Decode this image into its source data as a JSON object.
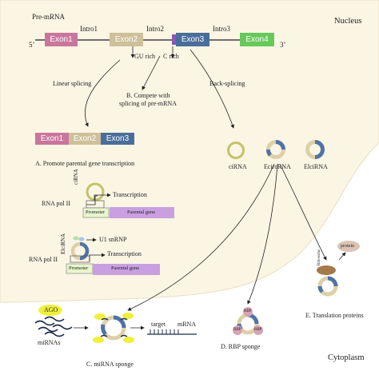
{
  "compartments": {
    "nucleus": "Nucleus",
    "cytoplasm": "Cytoplasm"
  },
  "pre_mrna": {
    "title": "Pre-mRNA",
    "end5": "5’",
    "end3": "3’",
    "exon1": "Exon1",
    "exon2": "Exon2",
    "exon3": "Exon3",
    "exon4": "Exon4",
    "intro1": "Intro1",
    "intro2": "Intro2",
    "intro3": "Intro3",
    "gu_rich": "GU rich",
    "c_rich": "C rich"
  },
  "paths": {
    "linear": "Linear splicing",
    "compete_1": "B. Compete with",
    "compete_2": "splicing of pre-mRNA",
    "back": "Back-splicing"
  },
  "linear_product": {
    "exon1": "Exon1",
    "exon2": "Exon2",
    "exon3": "Exon3"
  },
  "circ_types": {
    "cirna": "ciRNA",
    "ecircrna": "EcircRNA",
    "elcirna": "ElciRNA"
  },
  "function_a": {
    "title": "A. Promote parental gene transcription",
    "cirna": "ciRNA",
    "rna_pol": "RNA pol II",
    "transcription": "Transcription",
    "promoter": "Promoter",
    "parental_gene": "Parental gene"
  },
  "function_a2": {
    "elcirna": "ElciRNA",
    "u1": "U1 snRNP",
    "rna_pol": "RNA pol II",
    "transcription": "Transcription",
    "promoter": "Promoter",
    "parental_gene": "Parental gene"
  },
  "function_c": {
    "ago": "AGO",
    "mirnas": "miRNAs",
    "target": "target",
    "mrna": "mRNA",
    "title": "C. miRNA sponge"
  },
  "function_d": {
    "rbp_top": "RBP",
    "rbp_left": "RBP",
    "rbp_right": "RBP",
    "title": "D. RBP sponge"
  },
  "function_e": {
    "protein": "protein",
    "ribosome": "Ribosome",
    "title": "E. Translation proteins"
  },
  "colors": {
    "nucleus_fill": "#fbf5e4",
    "exon1": "#c9769c",
    "exon2": "#cec09a",
    "exon3": "#4a6e9a",
    "exon4": "#66c95a",
    "intron": "#1f1f1f",
    "parental_gene": "#c99fe0",
    "promoter": "#e7f6cc",
    "ago": "#f0ef3a",
    "rbp": "#d6a2b4",
    "protein": "#dbc4b4",
    "ribosome": "#a37a4a",
    "circ_light": "#ddd0a8",
    "circ_dark": "#4f73a6"
  }
}
